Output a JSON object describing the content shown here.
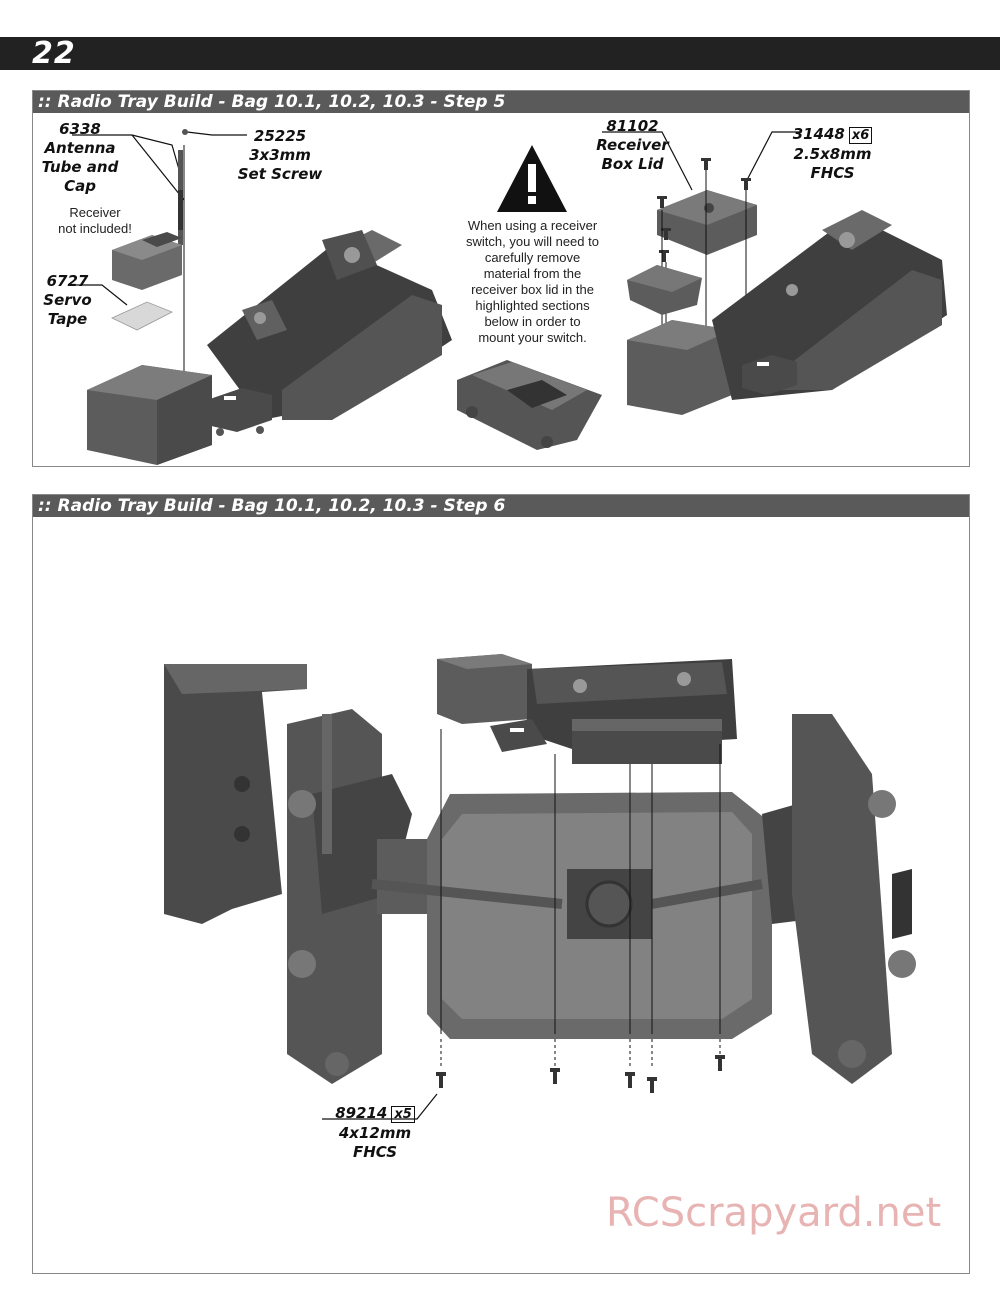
{
  "page": {
    "number": "22"
  },
  "step5": {
    "title": ":: Radio Tray Build - Bag 10.1, 10.2, 10.3 - Step 5",
    "parts": {
      "antenna": {
        "number": "6338",
        "name_line1": "Antenna",
        "name_line2": "Tube and",
        "name_line3": "Cap"
      },
      "set_screw": {
        "number": "25225",
        "size": "3x3mm",
        "name": "Set Screw"
      },
      "servo_tape": {
        "number": "6727",
        "name_line1": "Servo",
        "name_line2": "Tape"
      },
      "receiver_box_lid": {
        "number": "81102",
        "name_line1": "Receiver",
        "name_line2": "Box Lid"
      },
      "fhcs": {
        "number": "31448",
        "qty": "x6",
        "size": "2.5x8mm",
        "name": "FHCS"
      }
    },
    "receiver_note_line1": "Receiver",
    "receiver_note_line2": "not included!",
    "warning_note": [
      "When using a receiver",
      "switch, you will need to",
      "carefully remove",
      "material from the",
      "receiver box lid in the",
      "highlighted sections",
      "below in order to",
      "mount your switch."
    ]
  },
  "step6": {
    "title": ":: Radio Tray Build - Bag 10.1, 10.2, 10.3 - Step 6",
    "parts": {
      "fhcs": {
        "number": "89214",
        "qty": "x5",
        "size": "4x12mm",
        "name": "FHCS"
      }
    }
  },
  "watermark": "RCScrapyard.net",
  "colors": {
    "header": "#222222",
    "panel_title": "#5a5a5a",
    "part_gray": "#5c5c5c",
    "watermark": "#e8b3b3"
  }
}
